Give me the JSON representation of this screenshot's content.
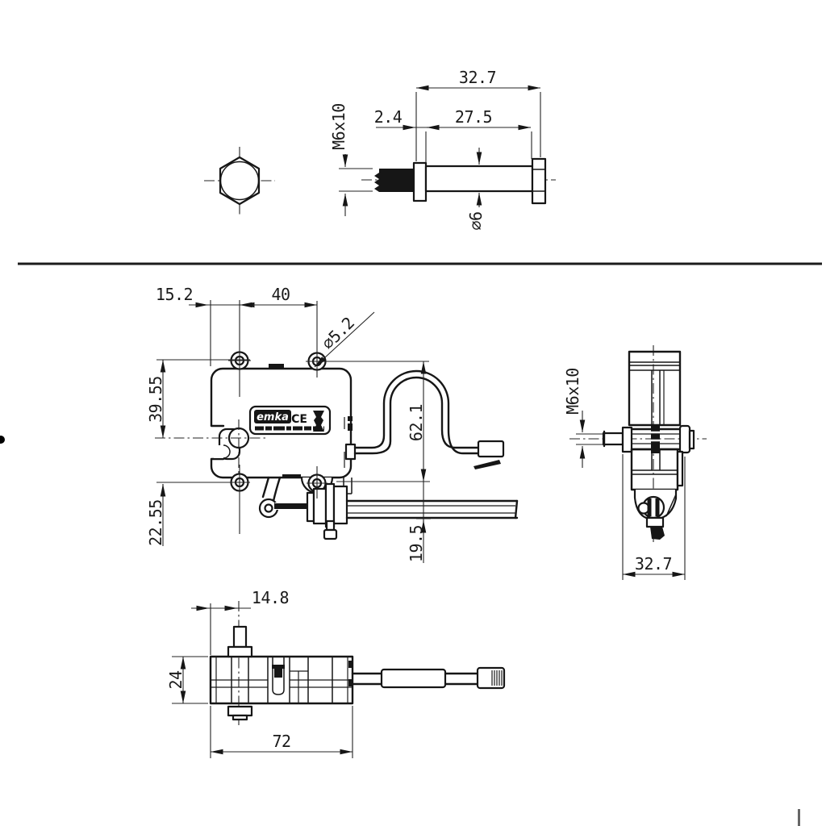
{
  "page": {
    "background": "#ffffff",
    "line_color": "#161616"
  },
  "views": {
    "bolt_front": {
      "name": "hex head front view"
    },
    "bolt_side": {
      "dims": {
        "overall": "32.7",
        "flange": "2.4",
        "shank": "27.5",
        "thread": "M6x10",
        "shank_dia": "⌀6"
      }
    },
    "main": {
      "dims": {
        "edge_to_hole": "15.2",
        "hole_pitch": "40",
        "hole_dia": "⌀5.2",
        "upper": "39.55",
        "lower": "22.55",
        "cable_height": "62.1",
        "rod_offset": "19.5"
      },
      "label": {
        "brand": "emka",
        "ce": "CE"
      }
    },
    "side": {
      "dims": {
        "thread": "M6x10",
        "depth": "32.7"
      }
    },
    "bottom": {
      "dims": {
        "bolt_offset": "14.8",
        "depth": "24",
        "width": "72"
      }
    }
  }
}
